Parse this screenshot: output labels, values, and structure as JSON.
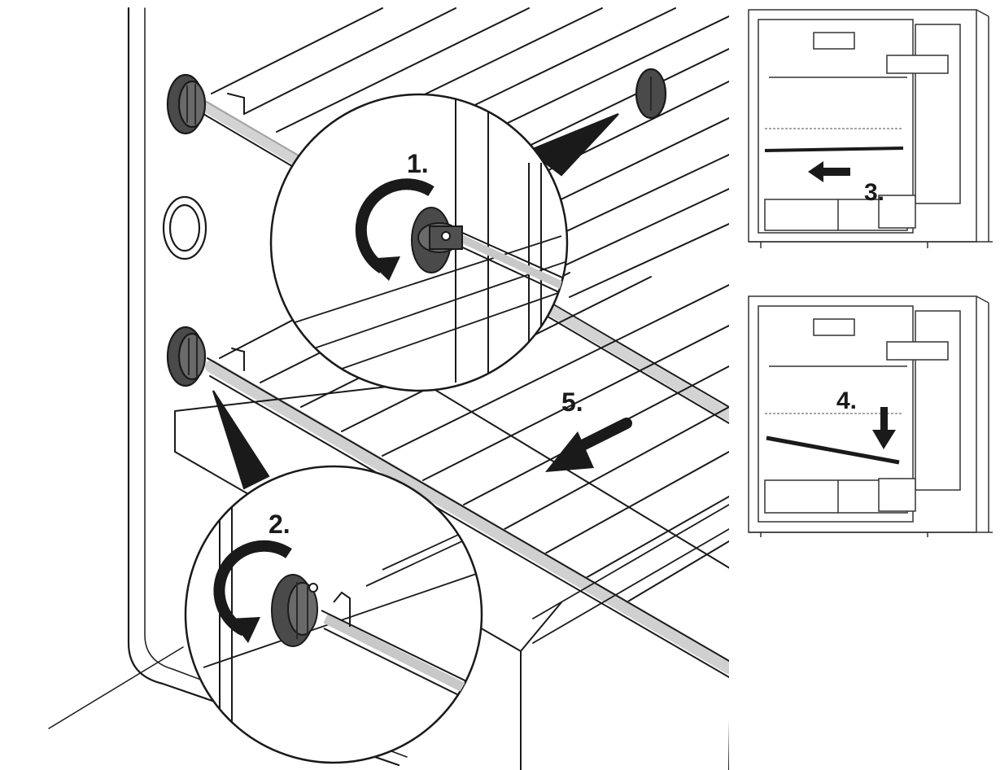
{
  "steps": {
    "s1": "1.",
    "s2": "2.",
    "s3": "3.",
    "s4": "4.",
    "s5": "5."
  },
  "icons": {
    "rotate": "rotate-arrow-icon",
    "pull": "arrow-icon"
  },
  "colors": {
    "line": "#1a1a1a",
    "wire": "#555555",
    "wire_fill": "#c8c8c8",
    "knob": "#4a4a4a",
    "background": "#ffffff"
  }
}
